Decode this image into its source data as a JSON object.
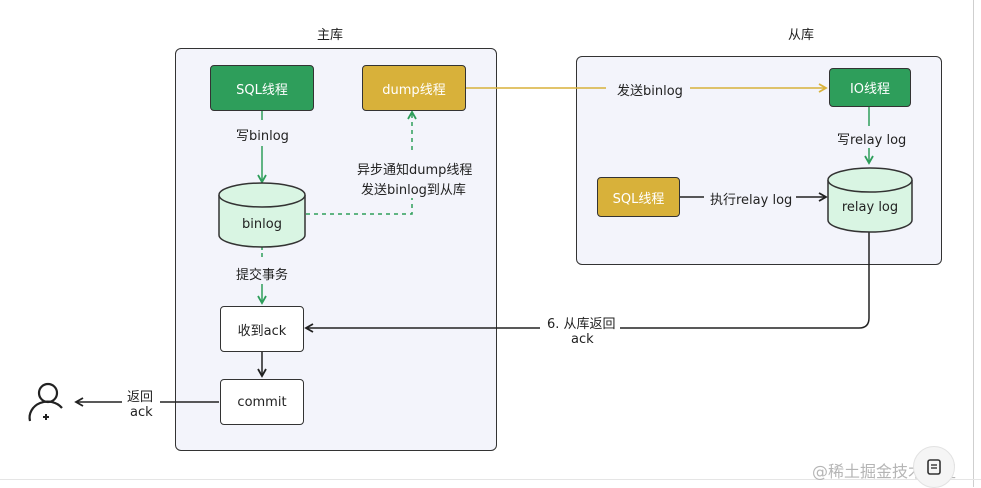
{
  "master": {
    "title": "主库",
    "sql_thread": "SQL线程",
    "dump_thread": "dump线程",
    "write_binlog": "写binlog",
    "binlog": "binlog",
    "async_notify_line1": "异步通知dump线程",
    "async_notify_line2": "发送binlog到从库",
    "commit_txn": "提交事务",
    "receive_ack": "收到ack",
    "commit": "commit"
  },
  "slave": {
    "title": "从库",
    "io_thread": "IO线程",
    "write_relay_log": "写relay log",
    "relay_log": "relay log",
    "sql_thread": "SQL线程",
    "exec_relay_log": "执行relay log"
  },
  "links": {
    "send_binlog": "发送binlog",
    "return_ack_line1": "6. 从库返回",
    "return_ack_line2": "ack",
    "client_return_line1": "返回",
    "client_return_line2": "ack"
  },
  "watermark": "@稀土掘金技术社区",
  "colors": {
    "green": "#2e9e5b",
    "gold": "#d8b13a",
    "mint": "#d9f5e3",
    "panel": "#f3f4fb"
  },
  "icons": {
    "client": "user-add-icon",
    "float_button": "document-icon"
  }
}
